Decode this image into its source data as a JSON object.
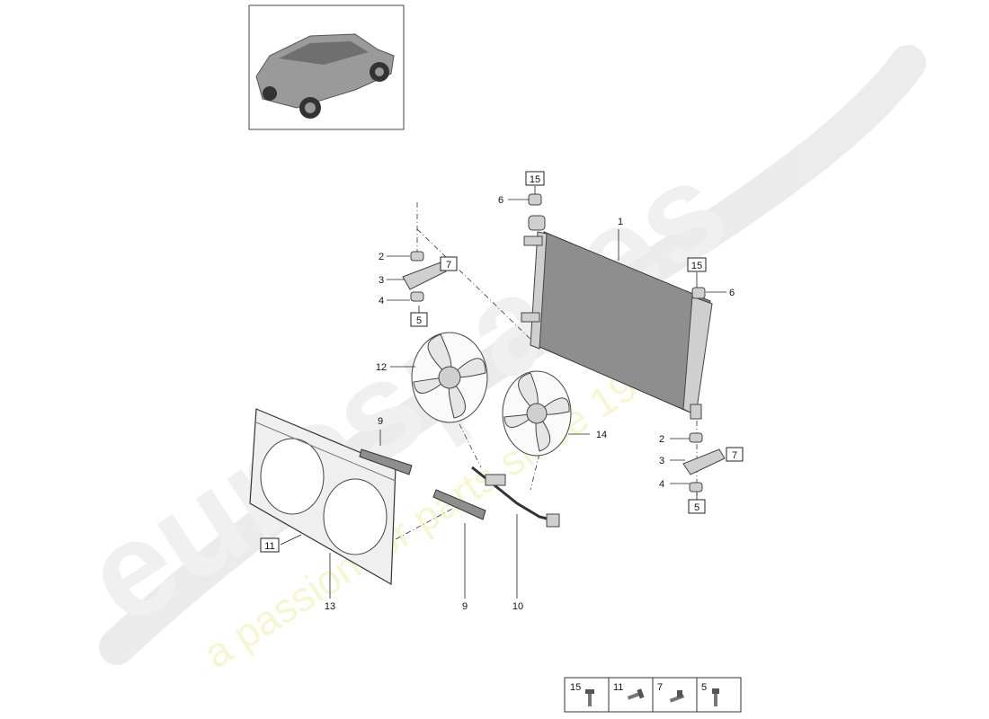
{
  "watermark": {
    "brand": "eurospares",
    "tagline": "a passion for parts since 1985"
  },
  "callouts": {
    "c1": "1",
    "c2a": "2",
    "c2b": "2",
    "c3a": "3",
    "c3b": "3",
    "c4a": "4",
    "c4b": "4",
    "c5a": "5",
    "c5b": "5",
    "c6a": "6",
    "c6b": "6",
    "c7a": "7",
    "c7b": "7",
    "c9a": "9",
    "c9b": "9",
    "c10": "10",
    "c11": "11",
    "c12": "12",
    "c13": "13",
    "c14": "14",
    "c15a": "15",
    "c15b": "15"
  },
  "legend": {
    "items": [
      {
        "label": "15",
        "icon": "bolt-icon"
      },
      {
        "label": "11",
        "icon": "screw-icon"
      },
      {
        "label": "7",
        "icon": "bolt-icon"
      },
      {
        "label": "5",
        "icon": "bolt-icon"
      }
    ]
  }
}
